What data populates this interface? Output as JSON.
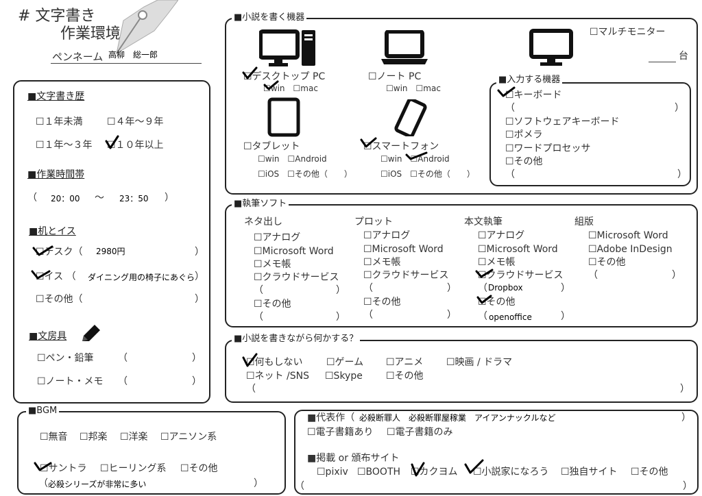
{
  "header": {
    "title1": "# 文字書き",
    "title2": "作業環境",
    "pen_label": "ペンネーム",
    "pen_value": "高柳　総一郎"
  },
  "devices": {
    "legend": "■小説を書く機器",
    "desktop": "☐デスクトップ PC",
    "desktop_os": "☐win　☐mac",
    "note": "☐ノート PC",
    "note_os": "☐win　☐mac",
    "tablet": "☐タブレット",
    "tablet_os1": "☐win　☐Android",
    "tablet_os2": "☐iOS　☐その他（　　）",
    "phone": "☐スマートフォン",
    "phone_os1": "☐win　☐Android",
    "phone_os2": "☐iOS　☐その他（　　）",
    "multi": "☐マルチモニター",
    "unit": "台"
  },
  "input": {
    "legend": "■入力する機器",
    "items": [
      "☐キーボード",
      "（",
      "）",
      "☐ソフトウェアキーボード",
      "☐ポメラ",
      "☐ワードプロセッサ",
      "☐その他",
      "（",
      "）"
    ]
  },
  "history": {
    "title": "■文字書き歴",
    "opt1": "☐１年未満",
    "opt2": "☐４年～９年",
    "opt3": "☐１年～３年",
    "opt4": "☐１０年以上"
  },
  "time": {
    "title": "■作業時間帯",
    "open": "（",
    "start": "20：00",
    "tilde": "～",
    "end": "23：50",
    "close": "）"
  },
  "desk": {
    "title": "■机とイス",
    "desk": "☐デスク（",
    "desk_val": "2980円",
    "chair": "☐イス （",
    "chair_val": "ダイニング用の椅子にあぐら",
    "close": "）",
    "other": "☐その他（"
  },
  "stationery": {
    "title": "■文房具",
    "pen": "☐ペン・鉛筆",
    "note": "☐ノート・メモ",
    "open": "（",
    "close": "）"
  },
  "software": {
    "legend": "■執筆ソフト",
    "cols": [
      {
        "head": "ネタ出し",
        "items": [
          "☐アナログ",
          "☐Microsoft Word",
          "☐メモ帳",
          "☐クラウドサービス",
          "☐その他"
        ]
      },
      {
        "head": "プロット",
        "items": [
          "☐アナログ",
          "☐Microsoft Word",
          "☐メモ帳",
          "☐クラウドサービス",
          "☐その他"
        ]
      },
      {
        "head": "本文執筆",
        "items": [
          "☐アナログ",
          "☐Microsoft Word",
          "☐メモ帳",
          "☐クラウドサービス",
          "☐その他"
        ]
      },
      {
        "head": "組版",
        "items": [
          "☐Microsoft Word",
          "☐Adobe InDesign",
          "☐その他"
        ]
      }
    ],
    "cloud_val": "Dropbox",
    "other_val": "openoffice",
    "open": "（",
    "close": "）"
  },
  "while": {
    "legend": "■小説を書きながら何かする？",
    "r1": [
      "☐何もしない",
      "☐ゲーム",
      "☐アニメ",
      "☐映画 / ドラマ"
    ],
    "r2": [
      "☐ネット /SNS",
      "☐Skype",
      "☐その他"
    ],
    "open": "（",
    "close": "）"
  },
  "bgm": {
    "legend": "■BGM",
    "r1": [
      "☐無音",
      "☐邦楽",
      "☐洋楽",
      "☐アニソン系"
    ],
    "r2": [
      "☐サントラ",
      "☐ヒーリング系",
      "☐その他"
    ],
    "note": "必殺シリーズが非常に多い",
    "open": "（",
    "close": "）"
  },
  "works": {
    "label": "■代表作（",
    "value": "必殺断罪人　必殺断罪屋稼業　アイアンナックルなど",
    "close": "）",
    "ebook1": "☐電子書籍あり",
    "ebook2": "☐電子書籍のみ",
    "site_title": "■掲載 or 頒布サイト",
    "sites": [
      "☐pixiv",
      "☐BOOTH",
      "☐カクヨム",
      "☐小説家になろう",
      "☐独自サイト",
      "☐その他"
    ],
    "open": "（"
  }
}
